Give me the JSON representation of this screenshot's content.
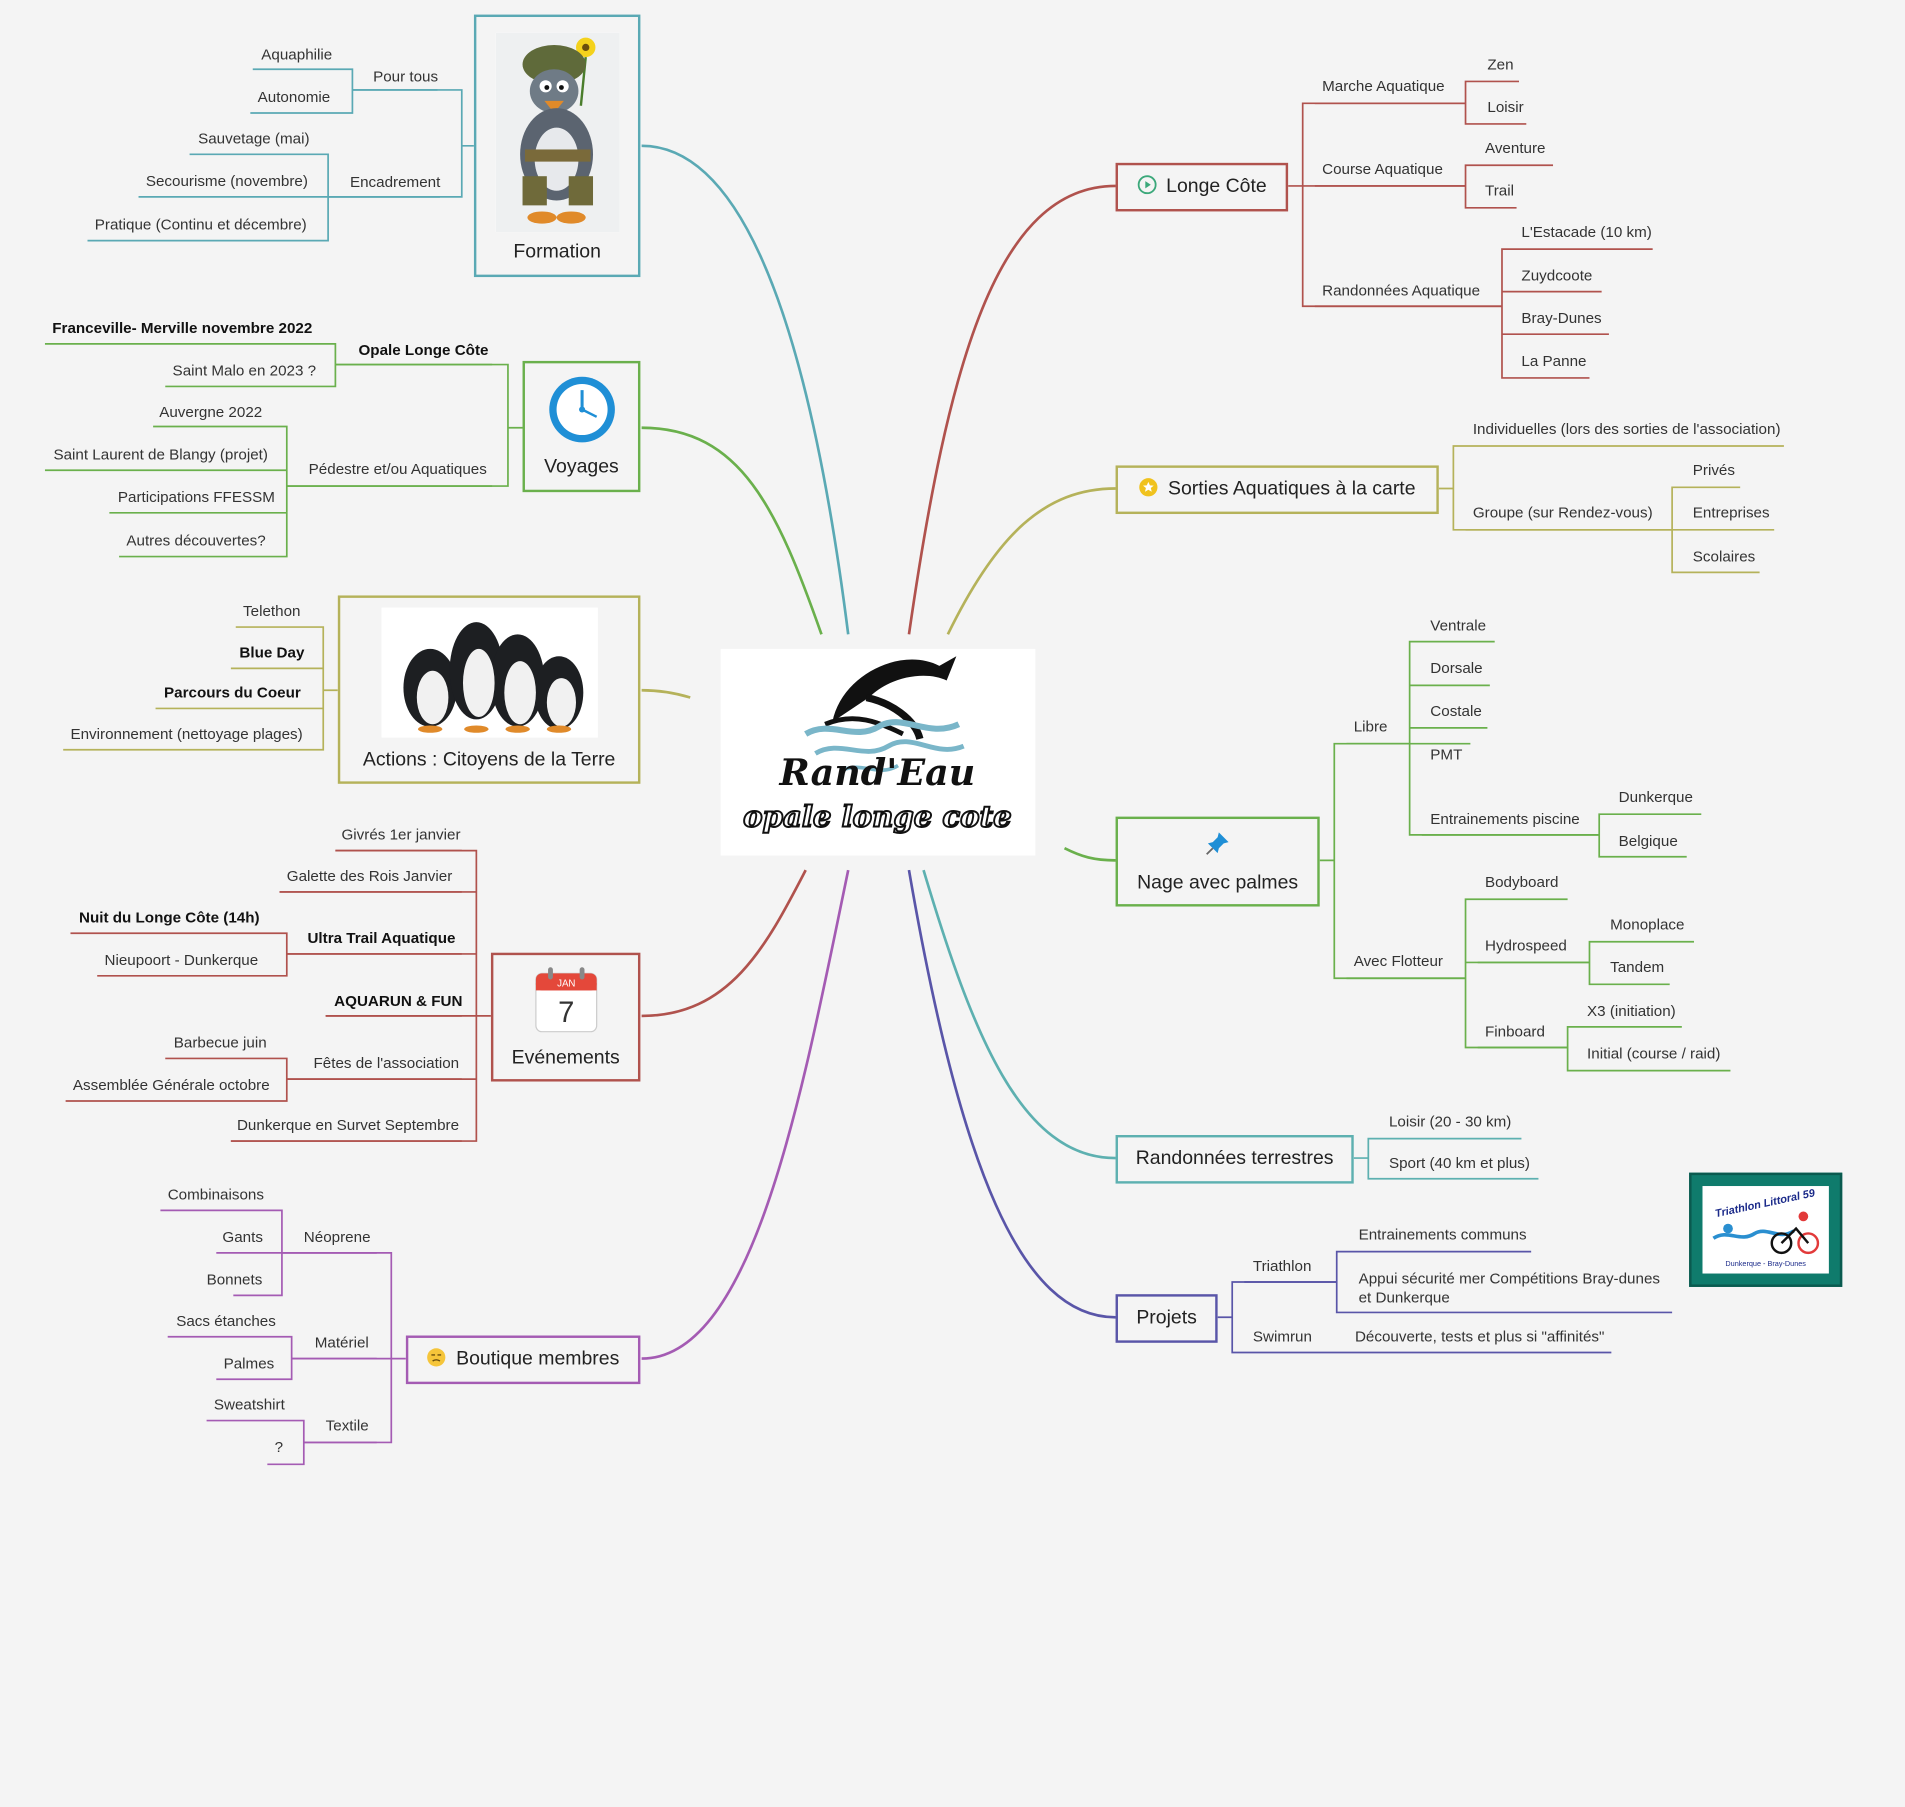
{
  "center": {
    "brand": "Rand'Eau",
    "tagline": "opale longe cote"
  },
  "colors": {
    "teal": "#5aa9b4",
    "green": "#6ab04c",
    "olive": "#b5b25a",
    "red": "#b0524d",
    "purple": "#a45bb3",
    "indigo": "#5955a8",
    "cyan": "#5db0b0"
  },
  "formation": {
    "title": "Formation",
    "icon": "soldier-penguin-image",
    "pour_tous": "Pour tous",
    "aquaphilie": "Aquaphilie",
    "autonomie": "Autonomie",
    "encadrement": "Encadrement",
    "sauvetage": "Sauvetage (mai)",
    "secourisme": "Secourisme (novembre)",
    "pratique": "Pratique (Continu et décembre)"
  },
  "voyages": {
    "title": "Voyages",
    "icon": "clock-icon",
    "opale": "Opale Longe Côte",
    "franceville": "Franceville- Merville novembre 2022",
    "saint_malo": "Saint Malo en 2023 ?",
    "pedestre": "Pédestre et/ou Aquatiques",
    "auvergne": "Auvergne 2022",
    "saint_laurent": "Saint Laurent de Blangy (projet)",
    "participations": "Participations FFESSM",
    "autres": "Autres découvertes?"
  },
  "actions": {
    "title": "Actions : Citoyens  de la Terre",
    "icon": "penguins-image",
    "telethon": "Telethon",
    "blue_day": "Blue Day",
    "parcours": "Parcours du Coeur",
    "environnement": "Environnement (nettoyage plages)"
  },
  "evenements": {
    "title": "Evénements",
    "icon": "calendar-icon",
    "cal_month": "JAN",
    "cal_day": "7",
    "givres": "Givrés 1er janvier",
    "galette": "Galette des Rois  Janvier",
    "ultra": "Ultra Trail Aquatique",
    "nuit": "Nuit du Longe Côte (14h)",
    "nieuport": "Nieupoort - Dunkerque",
    "aquarun": "AQUARUN & FUN",
    "fetes": "Fêtes de l'association",
    "barbecue": "Barbecue  juin",
    "assemblee": "Assemblée Générale  octobre",
    "survet": "Dunkerque en Survet Septembre"
  },
  "boutique": {
    "title": "Boutique membres",
    "icon": "smiley-icon",
    "neoprene": "Néoprene",
    "combinaisons": "Combinaisons",
    "gants": "Gants",
    "bonnets": "Bonnets",
    "materiel": "Matériel",
    "sacs": "Sacs étanches",
    "palmes": "Palmes",
    "textile": "Textile",
    "sweatshirt": "Sweatshirt",
    "q": "?"
  },
  "longe": {
    "title": "Longe Côte",
    "icon": "play-icon",
    "marche": "Marche Aquatique",
    "zen": "Zen",
    "loisir": "Loisir",
    "course": "Course Aquatique",
    "aventure": "Aventure",
    "trail": "Trail",
    "randonnees": "Randonnées Aquatique",
    "estacade": "L'Estacade (10 km)",
    "zuydcoote": "Zuydcoote",
    "bray": "Bray-Dunes",
    "panne": "La Panne"
  },
  "sorties": {
    "title": "Sorties Aquatiques à la carte",
    "icon": "star-icon",
    "indiv": "Individuelles (lors des sorties de l'association)",
    "groupe": "Groupe (sur Rendez-vous)",
    "prives": "Privés",
    "entreprises": "Entreprises",
    "scolaires": "Scolaires"
  },
  "nage": {
    "title": "Nage avec palmes",
    "icon": "pin-icon",
    "libre": "Libre",
    "ventrale": "Ventrale",
    "dorsale": "Dorsale",
    "costale": "Costale",
    "pmt": "PMT",
    "entrainements": "Entrainements piscine",
    "dunkerque": "Dunkerque",
    "belgique": "Belgique",
    "flotteur": "Avec Flotteur",
    "bodyboard": "Bodyboard",
    "hydrospeed": "Hydrospeed",
    "monoplace": "Monoplace",
    "tandem": "Tandem",
    "finboard": "Finboard",
    "x3": "X3 (initiation)",
    "initial": "Initial (course / raid)"
  },
  "randonnees": {
    "title": "Randonnées terrestres",
    "loisir": "Loisir (20 - 30 km)",
    "sport": "Sport (40 km et plus)"
  },
  "projets": {
    "title": "Projets",
    "triathlon": "Triathlon",
    "entrainements": "Entrainements communs",
    "appui": "Appui sécurité mer Compétitions Bray-dunes et Dunkerque",
    "swimrun": "Swimrun",
    "decouverte": "Découverte, tests et plus si \"affinités\""
  },
  "triathlon_logo": {
    "top": "Triathlon Littoral 59",
    "bottom": "Dunkerque - Bray-Dunes"
  }
}
